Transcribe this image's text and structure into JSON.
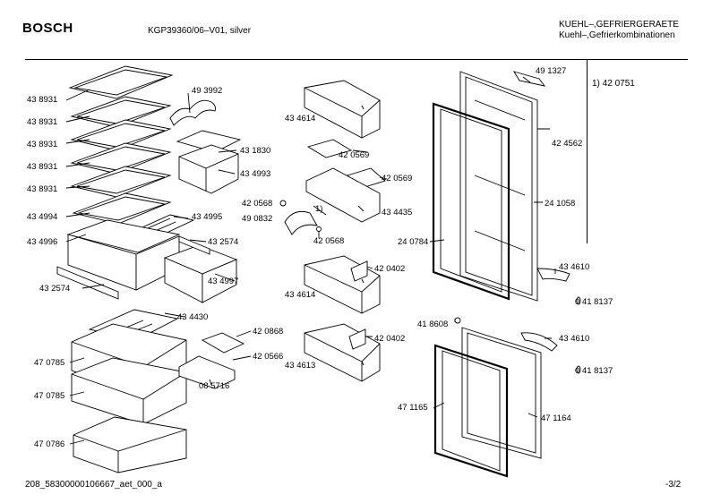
{
  "header": {
    "brand": "BOSCH",
    "model": "KGP39360/06–V01, silver",
    "category_line1": "KUEHL–,GEFRIERGERAETE",
    "category_line2": "Kuehl–,Gefrierkombinationen"
  },
  "note": "1) 42 0751",
  "footer": {
    "left": "208_58300000106667_aet_000_a",
    "right": "-3/2"
  },
  "parts": [
    "43 8931",
    "43 8931",
    "43 8931",
    "43 8931",
    "43 8931",
    "49 3992",
    "43 1830",
    "43 4993",
    "43 4994",
    "43 4995",
    "43 4996",
    "43 2574",
    "43 4997",
    "43 2574",
    "43 4430",
    "42 0868",
    "42 0566",
    "08 5716",
    "47 0785",
    "47 0785",
    "47 0786",
    "43 4614",
    "42 0569",
    "42 0569",
    "42 0568",
    "1)",
    "49 0832",
    "42 0568",
    "43 4435",
    "42 0402",
    "43 4614",
    "42 0402",
    "43 4613",
    "49 1327",
    "42 4562",
    "24 1058",
    "24 0784",
    "43 4610",
    "0 41 8137",
    "41 8608",
    "43 4610",
    "0 41 8137",
    "47 1165",
    "47 1164"
  ]
}
